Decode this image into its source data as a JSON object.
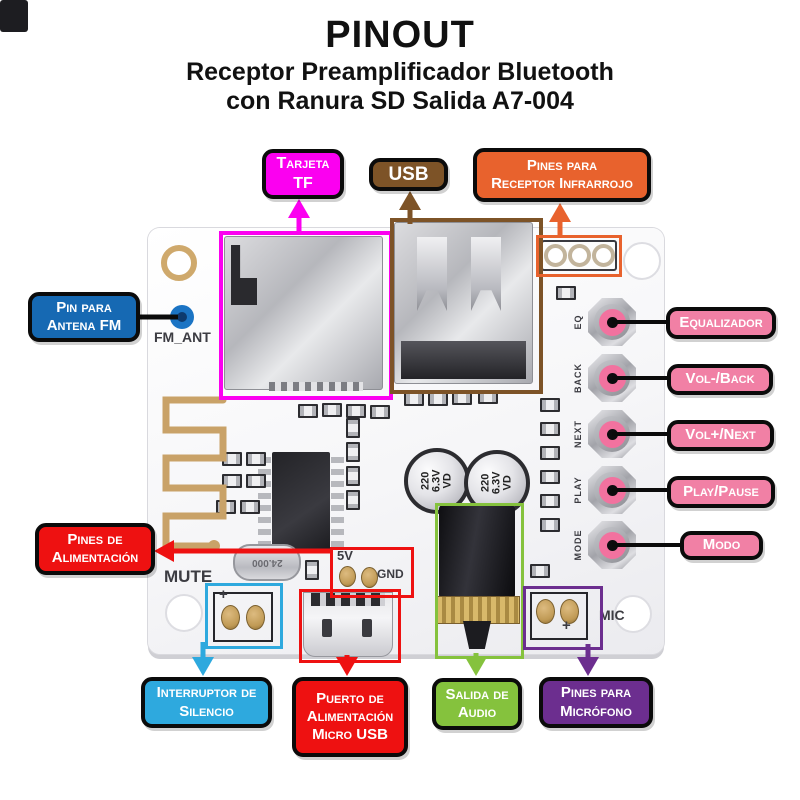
{
  "header": {
    "title": "PINOUT",
    "subtitle_line1": "Receptor Preamplificador Bluetooth",
    "subtitle_line2": "con Ranura SD Salida A7-004"
  },
  "labels": {
    "tf": {
      "line1": "Tarjeta",
      "line2": "TF"
    },
    "usb": {
      "line1": "USB"
    },
    "ir": {
      "line1": "Pines para",
      "line2": "Receptor Infrarrojo"
    },
    "fm": {
      "line1": "Pin para",
      "line2": "Antena FM"
    },
    "power": {
      "line1": "Pines de",
      "line2": "Alimentación"
    },
    "buttons": [
      "Equalizador",
      "Vol-/Back",
      "Vol+/Next",
      "Play/Pause",
      "Modo"
    ],
    "mute_switch": {
      "line1": "Interruptor de",
      "line2": "Silencio"
    },
    "micro_usb": {
      "line1": "Puerto de",
      "line2": "Alimentación",
      "line3": "Micro USB"
    },
    "audio": {
      "line1": "Salida de",
      "line2": "Audio"
    },
    "mic": {
      "line1": "Pines para",
      "line2": "Micrófono"
    }
  },
  "board": {
    "silkscreen": {
      "fm_ant": "FM_ANT",
      "mute": "MUTE",
      "v5": "5V",
      "gnd": "GND",
      "mic": "MIC",
      "crystal": "24.000",
      "plus": "+"
    },
    "capacitor": {
      "line1": "220",
      "line2": "6.3V",
      "line3": "VD"
    },
    "button_labels": [
      "EQ",
      "BACK",
      "NEXT",
      "PLAY",
      "MODE"
    ]
  },
  "colors": {
    "magenta": "#fb00f0",
    "brown": "#7d5327",
    "orange": "#e8622d",
    "blue": "#1669b3",
    "pink": "#f180a5",
    "red": "#ee1111",
    "cyan": "#2ea9de",
    "green": "#85c23d",
    "purple": "#6c2e8f"
  }
}
